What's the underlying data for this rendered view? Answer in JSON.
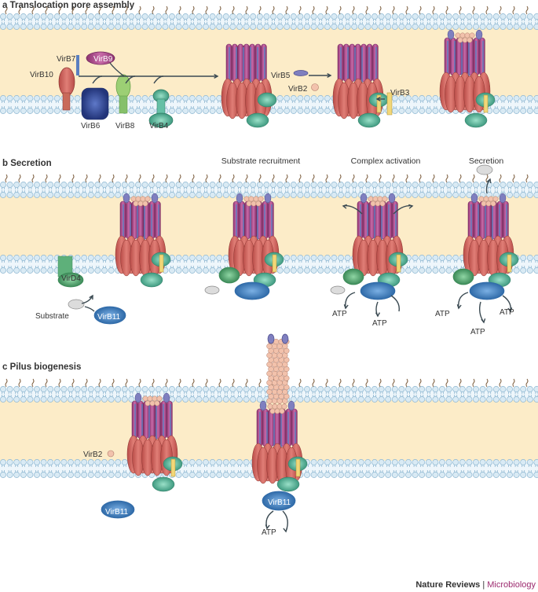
{
  "sections": [
    {
      "letter": "a",
      "title": "Translocation pore assembly"
    },
    {
      "letter": "b",
      "title": "Secretion"
    },
    {
      "letter": "c",
      "title": "Pilus biogenesis"
    }
  ],
  "step_titles": {
    "recruit": "Substrate recruitment",
    "activate": "Complex activation",
    "secrete": "Secretion"
  },
  "proteins": {
    "virb7": "VirB7",
    "virb9": "VirB9",
    "virb10": "VirB10",
    "virb6": "VirB6",
    "virb8": "VirB8",
    "virb4": "VirB4",
    "virb5": "VirB5",
    "virb2": "VirB2",
    "virb3": "VirB3",
    "vird4": "VirD4",
    "virb11": "VirB11",
    "substrate": "Substrate",
    "atp": "ATP"
  },
  "footer": {
    "journal": "Nature Reviews",
    "separator": "|",
    "section": "Microbiology"
  },
  "colors": {
    "periplasm": "#fcecc8",
    "lipid_head": "#d9eaf4",
    "lipid_edge": "#8fb8d2",
    "virb10": "#d9706a",
    "virb9": "#c0529a",
    "virb6": "#3d55a8",
    "virb8": "#9ccf74",
    "virb4": "#65c0a6",
    "virb11": "#4f8fd0",
    "vird4": "#5eb07a",
    "virb2": "#f2c2ac",
    "virb3": "#f2d778",
    "virb5": "#7f7fbf",
    "substrate": "#dcdcdc",
    "footer_accent": "#9c2a6e"
  }
}
